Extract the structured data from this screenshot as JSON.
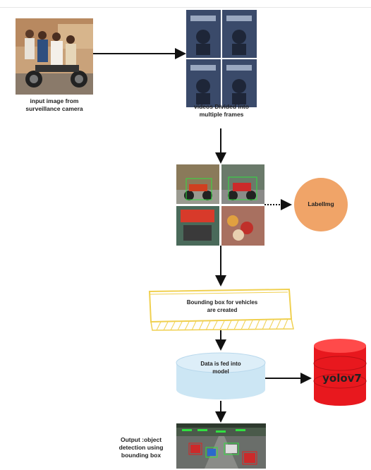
{
  "nodes": {
    "input_label": "input image from\nsurveillance camera",
    "frames_label": "videos Divided into\nmultiple frames",
    "labelimg_label": "LabelImg",
    "bbox_label": "Bounding box for vehicles\nare created",
    "data_label": "Data is fed into\nmodel",
    "yolo_label": "yolov7",
    "output_label": "Output :object\ndetection using\nbounding box"
  },
  "colors": {
    "labelimg_circle": "#f0a468",
    "bbox_border": "#f0d050",
    "data_cylinder": "#cce6f4",
    "yolo_cylinder": "#e8181e",
    "arrows": "#111111"
  },
  "icons": {
    "input_image": "people-on-motorbike-photo",
    "frames_image": "video-frames-grid",
    "labeled_image": "labeled-traffic-photos-grid",
    "output_image": "detected-traffic-scene"
  }
}
